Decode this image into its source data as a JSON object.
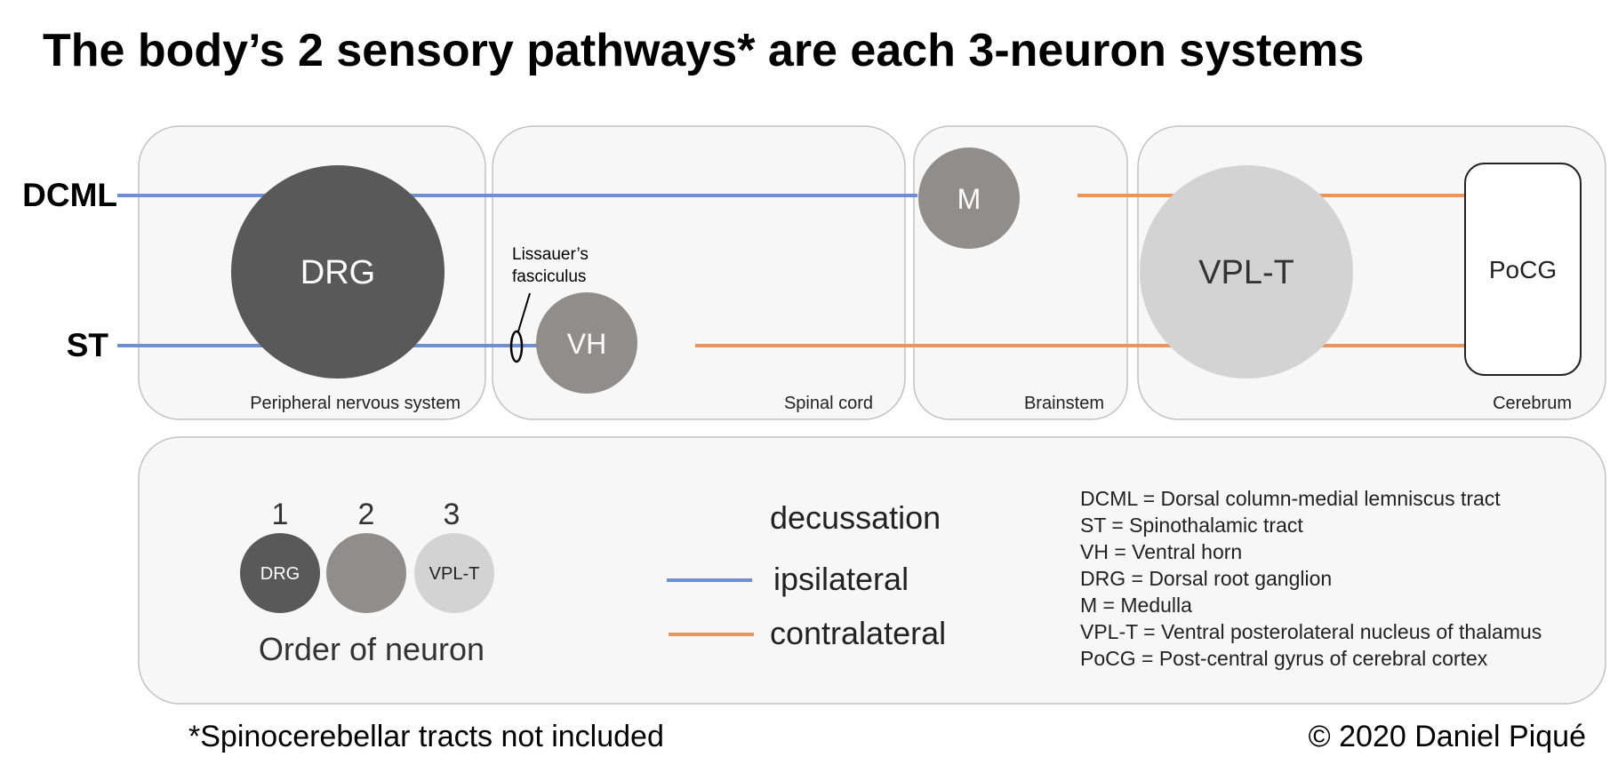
{
  "title": "The body’s 2 sensory pathways* are each 3-neuron systems",
  "pathways": {
    "dcml": "DCML",
    "st": "ST"
  },
  "regions": {
    "pns": "Peripheral nervous system",
    "spinal_cord": "Spinal cord",
    "brainstem": "Brainstem",
    "cerebrum": "Cerebrum"
  },
  "neurons": {
    "drg": "DRG",
    "vh": "VH",
    "m": "M",
    "vplt": "VPL-T",
    "pocg": "PoCG"
  },
  "annotation": {
    "line1": "Lissauer’s",
    "line2": "fasciculus"
  },
  "legend": {
    "order_numbers": [
      "1",
      "2",
      "3"
    ],
    "order_circle_labels": [
      "DRG",
      "",
      "VPL-T"
    ],
    "order_caption": "Order of neuron",
    "lines": {
      "decussation": "decussation",
      "ipsilateral": "ipsilateral",
      "contralateral": "contralateral"
    },
    "abbreviations": [
      "DCML = Dorsal column-medial lemniscus tract",
      "ST = Spinothalamic tract",
      "VH = Ventral horn",
      "DRG = Dorsal root ganglion",
      "M = Medulla",
      "VPL-T = Ventral posterolateral nucleus of thalamus",
      "PoCG = Post-central gyrus of cerebral cortex"
    ]
  },
  "footnote": "*Spinocerebellar tracts not included",
  "copyright": "© 2020 Daniel Piqué",
  "colors": {
    "ipsilateral": "#6f8fcf",
    "contralateral": "#e8955e",
    "first_order": "#595959",
    "second_order": "#918d8b",
    "third_order": "#d4d3d3",
    "panel_fill": "#f7f7f7",
    "panel_border": "#c2c2c2"
  }
}
